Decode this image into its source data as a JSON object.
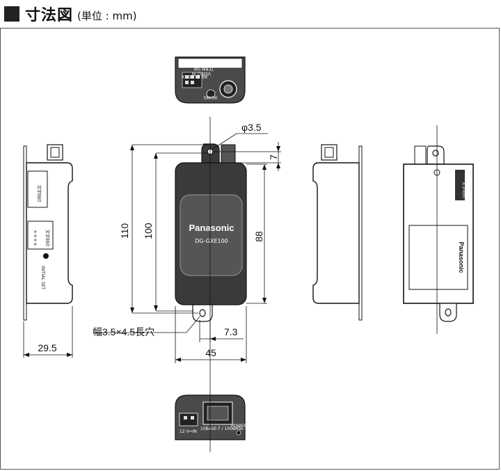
{
  "header": {
    "title": "寸法図",
    "unit": "(単位 : mm)"
  },
  "dimensions": {
    "hole_diameter": "φ3.5",
    "tab_offset": "7",
    "height_overall": "110",
    "height_mount": "100",
    "height_body": "88",
    "slot": "幅3.5×4.5長穴",
    "slot_offset": "7.3",
    "width": "45",
    "depth": "29.5"
  },
  "device": {
    "brand": "Panasonic",
    "model": "DG-GXE100",
    "label_text": "文字刻印",
    "stars": "＊＊＊＊",
    "initial_set": "INITIAL SET",
    "top_labels": {
      "video_in": "VIDEO IN",
      "term_sw": "TERM SW",
      "pins": "RB RA TB TA",
      "rs485": "RS485"
    },
    "bottom_labels": {
      "power_in": "12 V⎓IN",
      "ethernet": "10BASE-T / 100BASE-TX",
      "power": "POWER"
    }
  }
}
